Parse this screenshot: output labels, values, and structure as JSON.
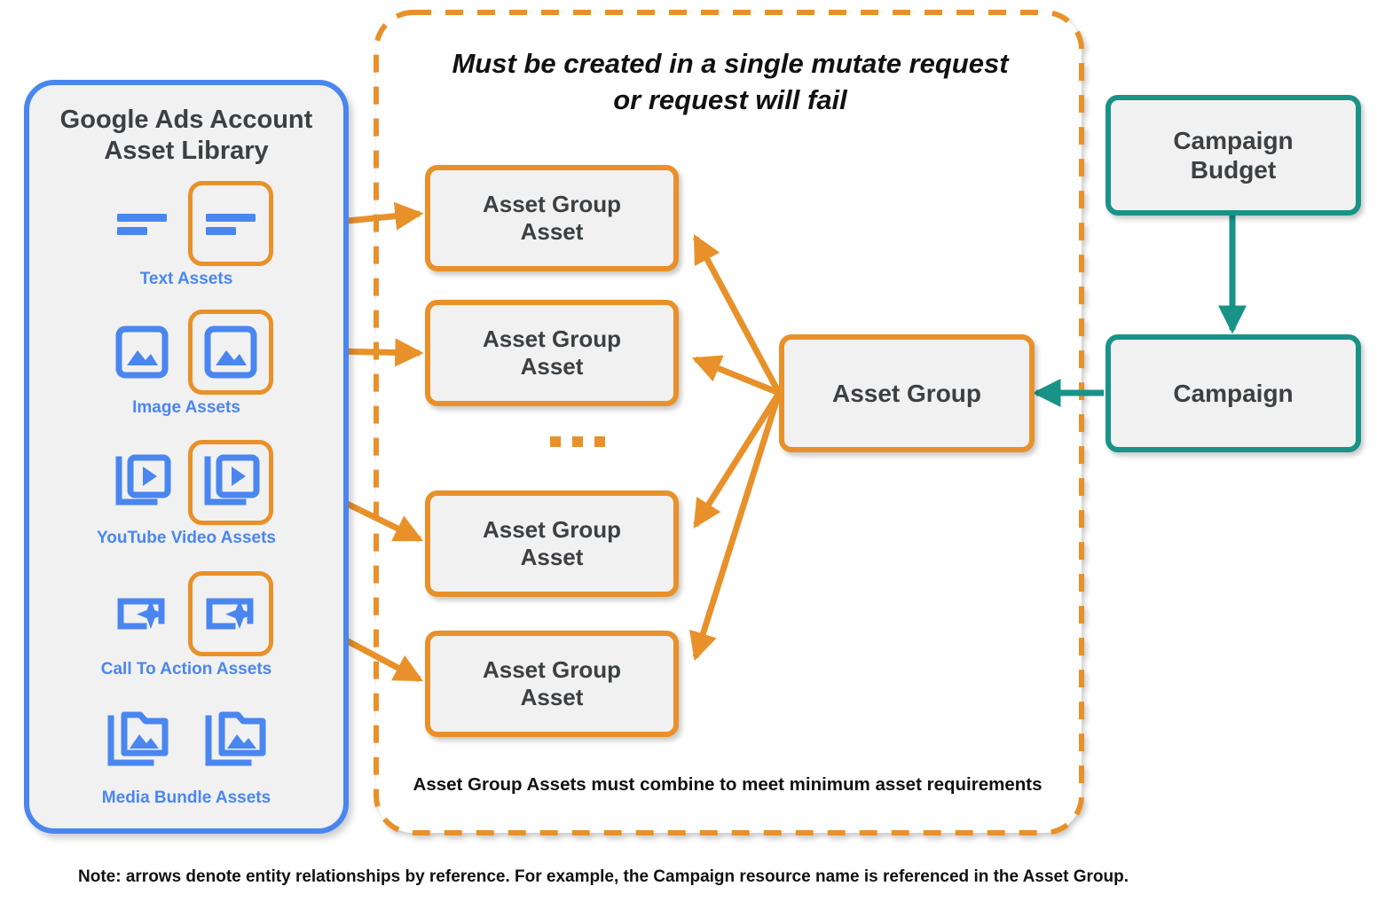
{
  "colors": {
    "orange": "#e8912a",
    "blue": "#4a86f0",
    "teal": "#199388",
    "node_fill": "#f1f1f1",
    "text": "#3c4043"
  },
  "library": {
    "title_line1": "Google Ads Account",
    "title_line2": "Asset Library",
    "assets": [
      {
        "id": "text",
        "caption": "Text Assets",
        "icon": "text-lines-icon",
        "highlighted": true
      },
      {
        "id": "image",
        "caption": "Image Assets",
        "icon": "image-icon",
        "highlighted": true
      },
      {
        "id": "youtube",
        "caption": "YouTube Video  Assets",
        "icon": "video-stack-icon",
        "highlighted": true
      },
      {
        "id": "cta",
        "caption": "Call To Action Assets",
        "icon": "cta-sparkle-icon",
        "highlighted": true
      },
      {
        "id": "media-bundle",
        "caption": "Media Bundle  Assets",
        "icon": "folder-image-icon",
        "highlighted": false
      }
    ]
  },
  "mutate_region": {
    "note_line1": "Must be created in a single mutate request",
    "note_line2": "or request will fail",
    "combine_note": "Asset Group Assets must combine to meet minimum asset requirements",
    "ellipsis": "...",
    "asset_group_assets": [
      {
        "label_line1": "Asset Group",
        "label_line2": "Asset"
      },
      {
        "label_line1": "Asset Group",
        "label_line2": "Asset"
      },
      {
        "label_line1": "Asset Group",
        "label_line2": "Asset"
      },
      {
        "label_line1": "Asset Group",
        "label_line2": "Asset"
      }
    ]
  },
  "nodes": {
    "asset_group": "Asset Group",
    "campaign_budget_line1": "Campaign",
    "campaign_budget_line2": "Budget",
    "campaign": "Campaign"
  },
  "footer": {
    "note": "Note: arrows denote entity relationships by reference. For example, the Campaign resource name is referenced in the Asset Group."
  }
}
